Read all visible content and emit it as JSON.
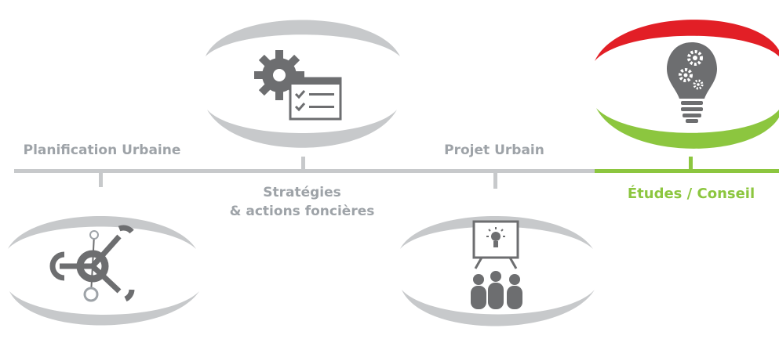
{
  "timeline": {
    "items": [
      {
        "label_line1": "Planification Urbaine",
        "icon": "network-nodes-icon",
        "active": false
      },
      {
        "label_line1": "Stratégies",
        "label_line2": "& actions foncières",
        "icon": "gear-checklist-icon",
        "active": false
      },
      {
        "label_line1": "Projet Urbain",
        "icon": "presentation-audience-icon",
        "active": false
      },
      {
        "label_line1": "Études / Conseil",
        "icon": "lightbulb-gears-icon",
        "active": true
      }
    ]
  },
  "colors": {
    "inactive": "#c7c9cb",
    "icon": "#6d6e70",
    "active_top": "#e21f26",
    "active_bottom": "#8cc63f",
    "text_gray": "#9ea3a8",
    "text_green": "#8cc63f"
  }
}
